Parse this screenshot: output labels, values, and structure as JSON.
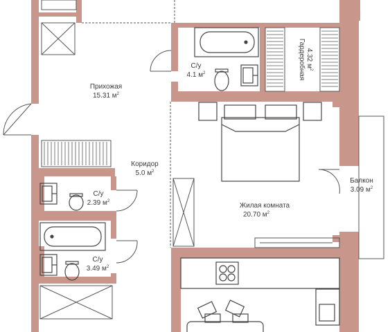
{
  "colors": {
    "wall": "#c9968b",
    "line": "#555555",
    "fixture": "#444444",
    "background": "#ffffff"
  },
  "rooms": {
    "hallway": {
      "name": "Прихожая",
      "area": "15.31 м",
      "unit_sup": "2"
    },
    "bath_top": {
      "name": "С/у",
      "area": "4.1 м",
      "unit_sup": "2"
    },
    "wardrobe": {
      "name": "Гардеробная",
      "area": "4.32 м",
      "unit_sup": "2"
    },
    "corridor": {
      "name": "Коридор",
      "area": "5.0 м",
      "unit_sup": "2"
    },
    "bath_mid": {
      "name": "С/у",
      "area": "2.39 м",
      "unit_sup": "2"
    },
    "bath_low": {
      "name": "С/у",
      "area": "3.49 м",
      "unit_sup": "2"
    },
    "living": {
      "name": "Жилая комната",
      "area": "20.70 м",
      "unit_sup": "2"
    },
    "balcony": {
      "name": "Балкон",
      "area": "3.09 м",
      "unit_sup": "2"
    }
  }
}
